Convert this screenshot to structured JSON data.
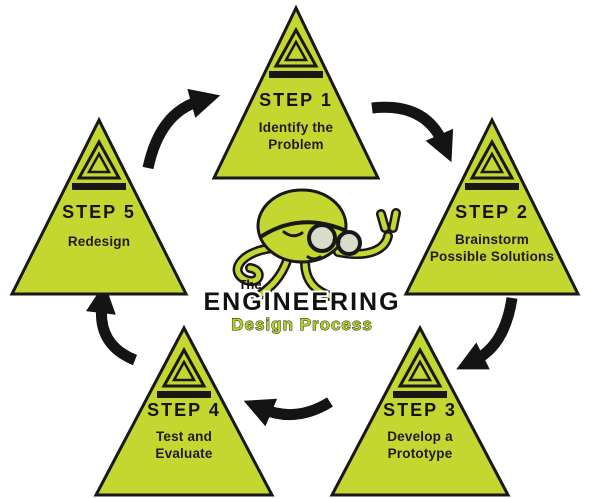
{
  "colors": {
    "triangle_green": "#c3d730",
    "outline_black": "#181818",
    "background": "#ffffff"
  },
  "center": {
    "the": "The",
    "engineering": "ENGINEERING",
    "design_process": "Design Process"
  },
  "steps": [
    {
      "label": "STEP 1",
      "line1": "Identify the",
      "line2": "Problem"
    },
    {
      "label": "STEP 2",
      "line1": "Brainstorm",
      "line2": "Possible Solutions"
    },
    {
      "label": "STEP 3",
      "line1": "Develop a",
      "line2": "Prototype"
    },
    {
      "label": "STEP 4",
      "line1": "Test and",
      "line2": "Evaluate"
    },
    {
      "label": "STEP 5",
      "line1": "Redesign",
      "line2": ""
    }
  ]
}
